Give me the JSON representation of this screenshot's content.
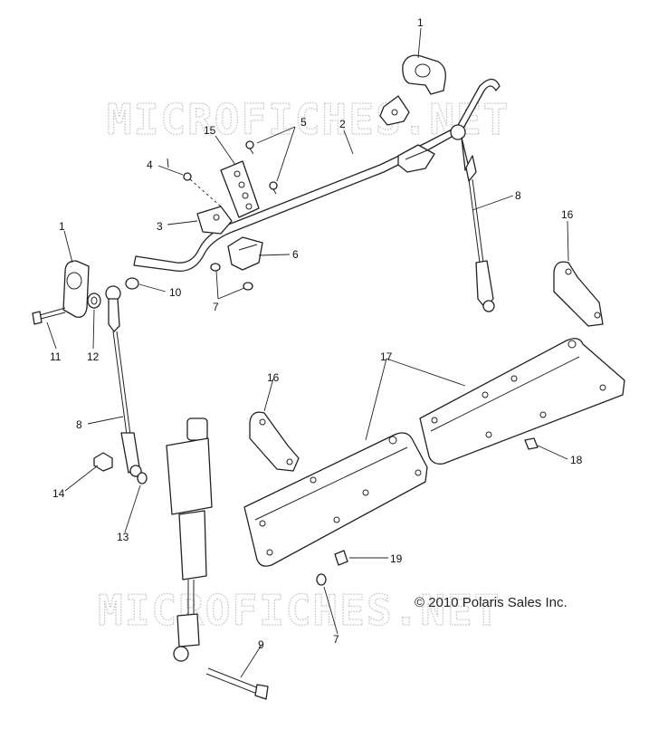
{
  "watermark_top": "MICROFICHES.NET",
  "watermark_bottom": "MICROFICHES.NET",
  "copyright": "© 2010 Polaris Sales Inc.",
  "callouts": {
    "c1_top": "1",
    "c2": "2",
    "c5": "5",
    "c15": "15",
    "c4": "4",
    "c3": "3",
    "c6": "6",
    "c7_top": "7",
    "c8_right": "8",
    "c16_right": "16",
    "c1_left": "1",
    "c10": "10",
    "c11": "11",
    "c12": "12",
    "c8_left": "8",
    "c14": "14",
    "c13": "13",
    "c16_mid": "16",
    "c17": "17",
    "c18": "18",
    "c19": "19",
    "c7_bottom": "7",
    "c9": "9"
  }
}
